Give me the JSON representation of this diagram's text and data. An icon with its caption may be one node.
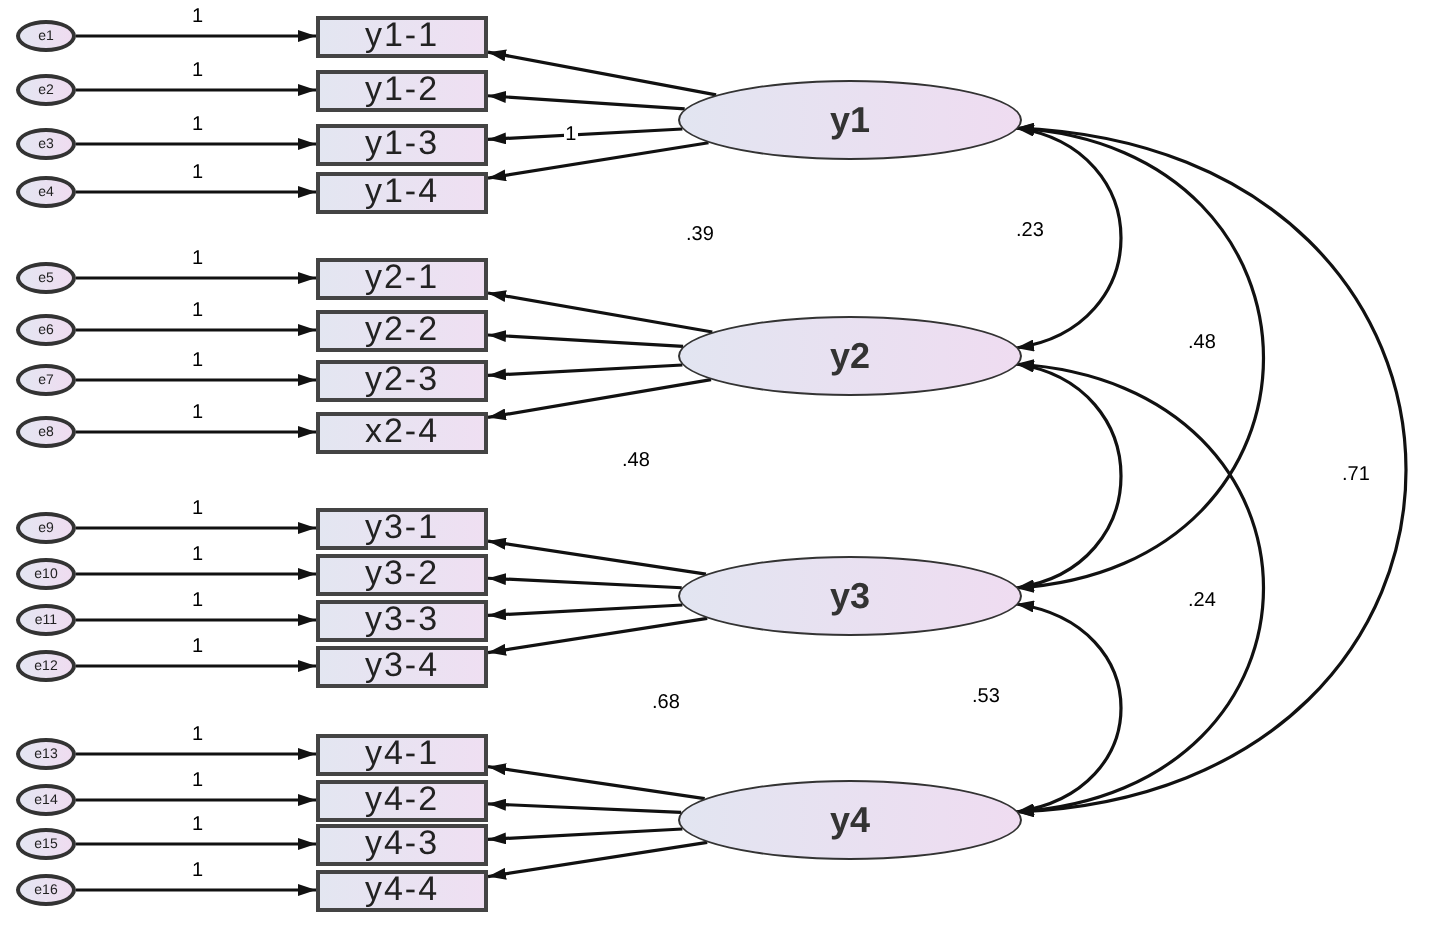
{
  "diagram": {
    "nodes": [
      {
        "text": [
          "e1"
        ]
      },
      {
        "text": [
          "e2"
        ]
      },
      {
        "text": [
          "e3"
        ]
      },
      {
        "text": [
          "e4"
        ]
      },
      {
        "text": [
          "e5"
        ]
      },
      {
        "text": [
          "e6"
        ]
      },
      {
        "text": [
          "e7"
        ]
      },
      {
        "text": [
          "e8"
        ]
      },
      {
        "text": [
          "e9"
        ]
      },
      {
        "text": [
          "e10"
        ]
      },
      {
        "text": [
          "e11"
        ]
      },
      {
        "text": [
          "e12"
        ]
      },
      {
        "text": [
          "e13"
        ]
      },
      {
        "text": [
          "e14"
        ]
      },
      {
        "text": [
          "e15"
        ]
      },
      {
        "text": [
          "e16"
        ]
      },
      {
        "text": [
          "y1-1"
        ]
      },
      {
        "text": [
          "y1-2"
        ]
      },
      {
        "text": [
          "y1-3"
        ]
      },
      {
        "text": [
          "y1-4"
        ]
      },
      {
        "text": [
          "y2-1"
        ]
      },
      {
        "text": [
          "y2-2"
        ]
      },
      {
        "text": [
          "y2-3"
        ]
      },
      {
        "text": [
          "x2-4"
        ]
      },
      {
        "text": [
          "y3-1"
        ]
      },
      {
        "text": [
          "y3-2"
        ]
      },
      {
        "text": [
          "y3-3"
        ]
      },
      {
        "text": [
          "y3-4"
        ]
      },
      {
        "text": [
          "y4-1"
        ]
      },
      {
        "text": [
          "y4-2"
        ]
      },
      {
        "text": [
          "y4-3"
        ]
      },
      {
        "text": [
          "y4-4"
        ]
      },
      {
        "text": [
          "y1"
        ]
      },
      {
        "text": [
          "y2"
        ]
      },
      {
        "text": [
          "y3"
        ]
      },
      {
        "text": [
          "y4"
        ]
      }
    ],
    "edges": [
      {
        "from": 0,
        "to": 16,
        "arrow": "to",
        "label": "1"
      },
      {
        "from": 1,
        "to": 17,
        "arrow": "to",
        "label": "1"
      },
      {
        "from": 2,
        "to": 18,
        "arrow": "to",
        "label": "1"
      },
      {
        "from": 3,
        "to": 19,
        "arrow": "to",
        "label": "1"
      },
      {
        "from": 4,
        "to": 20,
        "arrow": "to",
        "label": "1"
      },
      {
        "from": 5,
        "to": 21,
        "arrow": "to",
        "label": "1"
      },
      {
        "from": 6,
        "to": 22,
        "arrow": "to",
        "label": "1"
      },
      {
        "from": 7,
        "to": 23,
        "arrow": "to",
        "label": "1"
      },
      {
        "from": 8,
        "to": 24,
        "arrow": "to",
        "label": "1"
      },
      {
        "from": 9,
        "to": 25,
        "arrow": "to",
        "label": "1"
      },
      {
        "from": 10,
        "to": 26,
        "arrow": "to",
        "label": "1"
      },
      {
        "from": 11,
        "to": 27,
        "arrow": "to",
        "label": "1"
      },
      {
        "from": 12,
        "to": 28,
        "arrow": "to",
        "label": "1"
      },
      {
        "from": 13,
        "to": 29,
        "arrow": "to",
        "label": "1"
      },
      {
        "from": 14,
        "to": 30,
        "arrow": "to",
        "label": "1"
      },
      {
        "from": 15,
        "to": 31,
        "arrow": "to",
        "label": "1"
      },
      {
        "from": 32,
        "to": 16,
        "arrow": "to"
      },
      {
        "from": 32,
        "to": 17,
        "arrow": "to"
      },
      {
        "from": 32,
        "to": 18,
        "arrow": "to",
        "label": "1"
      },
      {
        "from": 32,
        "to": 19,
        "arrow": "to"
      },
      {
        "from": 33,
        "to": 20,
        "arrow": "to"
      },
      {
        "from": 33,
        "to": 21,
        "arrow": "to"
      },
      {
        "from": 33,
        "to": 22,
        "arrow": "to"
      },
      {
        "from": 33,
        "to": 23,
        "arrow": "to"
      },
      {
        "from": 34,
        "to": 24,
        "arrow": "to"
      },
      {
        "from": 34,
        "to": 25,
        "arrow": "to"
      },
      {
        "from": 34,
        "to": 26,
        "arrow": "to"
      },
      {
        "from": 34,
        "to": 27,
        "arrow": "to"
      },
      {
        "from": 35,
        "to": 28,
        "arrow": "to"
      },
      {
        "from": 35,
        "to": 29,
        "arrow": "to"
      },
      {
        "from": 35,
        "to": 30,
        "arrow": "to"
      },
      {
        "from": 35,
        "to": 31,
        "arrow": "to"
      },
      {
        "from": 32,
        "to": 33,
        "arrow": "both"
      },
      {
        "from": 32,
        "to": 34,
        "arrow": "both"
      },
      {
        "from": 32,
        "to": 35,
        "arrow": "both"
      },
      {
        "from": 33,
        "to": 34,
        "arrow": "both"
      },
      {
        "from": 33,
        "to": 35,
        "arrow": "both"
      },
      {
        "from": 34,
        "to": 35,
        "arrow": "both"
      }
    ],
    "labels": [
      ".39",
      ".23",
      ".48",
      ".48",
      ".71",
      ".24",
      ".68",
      ".53"
    ]
  }
}
